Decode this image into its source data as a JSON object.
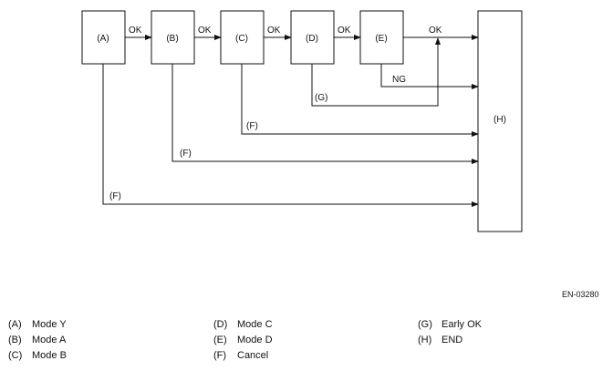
{
  "diagram": {
    "boxes": [
      {
        "id": "A",
        "label": "(A)"
      },
      {
        "id": "B",
        "label": "(B)"
      },
      {
        "id": "C",
        "label": "(C)"
      },
      {
        "id": "D",
        "label": "(D)"
      },
      {
        "id": "E",
        "label": "(E)"
      },
      {
        "id": "H",
        "label": "(H)"
      }
    ],
    "edges": [
      {
        "from": "A",
        "to": "B",
        "label": "OK"
      },
      {
        "from": "B",
        "to": "C",
        "label": "OK"
      },
      {
        "from": "C",
        "to": "D",
        "label": "OK"
      },
      {
        "from": "D",
        "to": "E",
        "label": "OK"
      },
      {
        "from": "E",
        "to": "H",
        "label": "OK"
      },
      {
        "from": "E",
        "to": "H",
        "label": "NG"
      },
      {
        "from": "D",
        "to": "E-OK",
        "label": "(G)"
      },
      {
        "from": "C",
        "to": "H",
        "label": "(F)"
      },
      {
        "from": "B",
        "to": "H",
        "label": "(F)"
      },
      {
        "from": "A",
        "to": "H",
        "label": "(F)"
      }
    ]
  },
  "doc_id": "EN-03280",
  "legend": [
    {
      "code": "(A)",
      "text": "Mode Y"
    },
    {
      "code": "(B)",
      "text": "Mode A"
    },
    {
      "code": "(C)",
      "text": "Mode B"
    },
    {
      "code": "(D)",
      "text": "Mode C"
    },
    {
      "code": "(E)",
      "text": "Mode D"
    },
    {
      "code": "(F)",
      "text": "Cancel"
    },
    {
      "code": "(G)",
      "text": "Early OK"
    },
    {
      "code": "(H)",
      "text": "END"
    }
  ]
}
